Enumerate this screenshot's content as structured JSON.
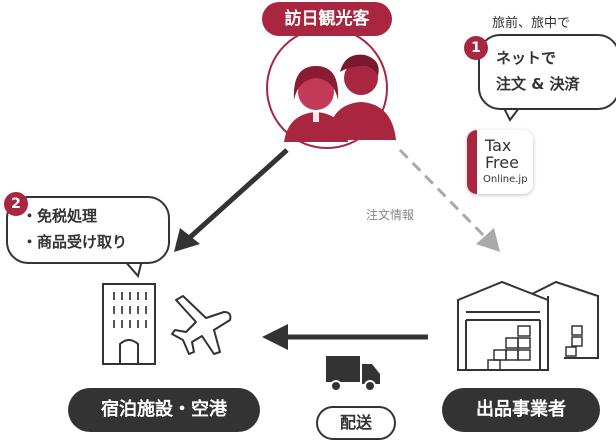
{
  "visitors_label": "訪日観光客",
  "before_during_trip": "旅前、旅中で",
  "step1": {
    "number": "1",
    "line1": "ネットで",
    "line2": "注文 & 決済"
  },
  "tax_free_logo": {
    "line1": "Tax",
    "line2": "Free",
    "line3": "Online.jp"
  },
  "order_info_label": "注文情報",
  "step2": {
    "number": "2",
    "item1": "・免税処理",
    "item2": "・商品受け取り"
  },
  "accommodation_label": "宿泊施設・空港",
  "seller_label": "出品事業者",
  "delivery_label": "配送",
  "colors": {
    "accent": "#a8263f",
    "dark": "#333333",
    "gray_arrow": "#aaaaaa"
  }
}
